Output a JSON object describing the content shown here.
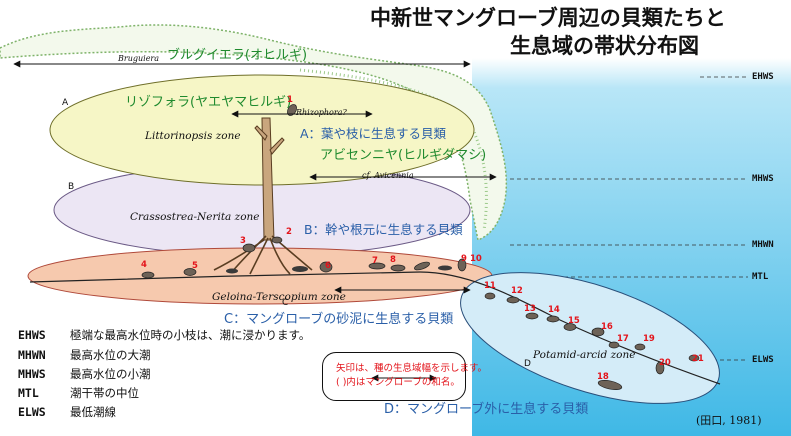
{
  "title": {
    "line1": "中新世マングローブ周辺の貝類たちと",
    "line2": "生息域の帯状分布図"
  },
  "plants": {
    "bruguiera_latin": "Bruguiera",
    "bruguiera_jp": "ブルグイエラ(オヒルギ)",
    "rhizophora_jp": "リゾフォラ(ヤエヤマヒルギ)",
    "rhizophora_latin": "Rhizophora?",
    "avicennia_jp": "アビセンニヤ(ヒルギダマシ)",
    "avicennia_latin": "cf. Avicennia"
  },
  "zones": {
    "A": {
      "letter": "A",
      "name": "Littorinopsis zone",
      "caption": "A：葉や枝に生息する貝類"
    },
    "B": {
      "letter": "B",
      "name": "Crassostrea-Nerita zone",
      "caption": "B：幹や根元に生息する貝類"
    },
    "C": {
      "letter": "C",
      "name": "Geloina-Terscopium zone",
      "caption": "C：マングローブの砂泥に生息する貝類"
    },
    "D": {
      "letter": "D",
      "name": "Potamid-arcid zone",
      "caption": "D：マングローブ外に生息する貝類"
    }
  },
  "tide_levels": [
    "EHWS",
    "MHWS",
    "MHWN",
    "MTL",
    "ELWS"
  ],
  "legend": [
    {
      "abbr": "EHWS",
      "desc": "極端な最高水位時の小枝は、潮に浸かります。"
    },
    {
      "abbr": "MHWN",
      "desc": "最高水位の大潮"
    },
    {
      "abbr": "MHWS",
      "desc": "最高水位の小潮"
    },
    {
      "abbr": "MTL",
      "desc": "潮干帯の中位"
    },
    {
      "abbr": "ELWS",
      "desc": "最低潮線"
    }
  ],
  "note": {
    "line1": "矢印は、種の生息域幅を示します。",
    "line2": "( )内はマングローブの和名。"
  },
  "shell_numbers": [
    "1",
    "2",
    "3",
    "4",
    "5",
    "6",
    "7",
    "8",
    "9",
    "10",
    "11",
    "12",
    "13",
    "14",
    "15",
    "16",
    "17",
    "18",
    "19",
    "20",
    "21"
  ],
  "citation": "(田口, 1981)",
  "colors": {
    "water_top": "#b8e6f7",
    "water_bottom": "#3fb8e6",
    "zone_a": "#f6f6c6",
    "zone_b": "#ece6f4",
    "zone_c": "#f6c9ae",
    "zone_d": "#d4ecf8",
    "green_text": "#1f8a2e",
    "blue_text": "#2a5fa8",
    "red_text": "#e3141b"
  }
}
